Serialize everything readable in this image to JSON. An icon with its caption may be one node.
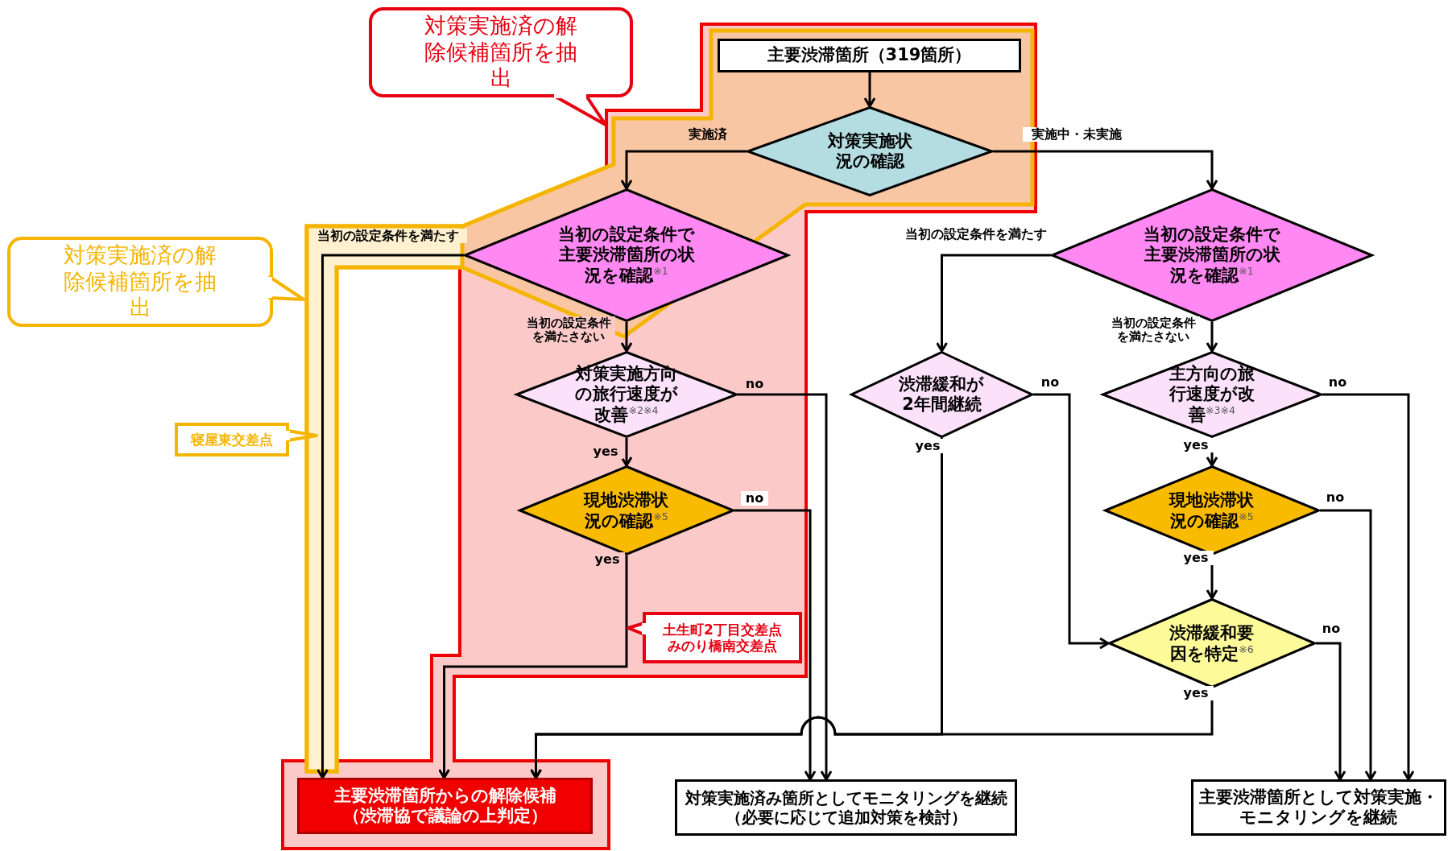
{
  "diagram": {
    "nodes": [
      {
        "text": [
          "主要渋滞箇所（319箇所）"
        ]
      },
      {
        "text": [
          "対策実施状況の確認"
        ]
      },
      {
        "text": [
          "当初の設定条件で主要渋滞箇所の状況を確認$^{※1}$"
        ]
      },
      {
        "text": [
          "当初の設定条件で主要渋滞箇所の状況を確認$^{※1}$"
        ]
      },
      {
        "text": [
          "対策実施方向の旅行速度が改善$^{※2※4}$"
        ]
      },
      {
        "text": [
          "渋滞緩和が2年間継続"
        ]
      },
      {
        "text": [
          "主方向の旅行速度が改善$^{※3※4}$"
        ]
      },
      {
        "text": [
          "現地渋滞状況の確認$^{※5}$"
        ]
      },
      {
        "text": [
          "現地渋滞状況の確認$^{※5}$"
        ]
      },
      {
        "text": [
          "渋滞緩和要因を特定$^{※6}$"
        ]
      },
      {
        "text": [
          "主要渋滞箇所からの解除候補",
          "（渋滞協で議論の上判定）"
        ]
      },
      {
        "text": [
          "対策実施済み箇所としてモニタリングを継続",
          "（必要に応じて追加対策を検討）"
        ]
      },
      {
        "text": [
          "主要渋滞箇所として対策実施・モニタリングを継続"
        ]
      },
      {
        "text": [
          "対策実施済の解除候補箇所を抽出"
        ]
      },
      {
        "text": [
          "対策実施済の解除候補箇所を抽出"
        ]
      },
      {
        "text": [
          "寝屋東交差点"
        ]
      },
      {
        "text": [
          "土生町2丁目交差点",
          "みのり橋南交差点"
        ]
      }
    ],
    "edges": [
      {
        "from": 0,
        "to": 1,
        "arrow": "to"
      },
      {
        "from": 1,
        "to": 2,
        "arrow": "to",
        "label": "実施済"
      },
      {
        "from": 1,
        "to": 3,
        "arrow": "to",
        "label": "実施中・未実施"
      },
      {
        "from": 2,
        "to": 10,
        "arrow": "to",
        "label": "当初の設定条件を満たす"
      },
      {
        "from": 2,
        "to": 4,
        "arrow": "to",
        "label": "当初の設定条件を満たさない"
      },
      {
        "from": 4,
        "to": 7,
        "arrow": "to",
        "label": "yes"
      },
      {
        "from": 4,
        "to": 11,
        "arrow": "to",
        "label": "no"
      },
      {
        "from": 7,
        "to": 10,
        "arrow": "to",
        "label": "yes"
      },
      {
        "from": 7,
        "to": 11,
        "arrow": "to",
        "label": "no"
      },
      {
        "from": 3,
        "to": 5,
        "arrow": "to",
        "label": "当初の設定条件を満たす"
      },
      {
        "from": 3,
        "to": 6,
        "arrow": "to",
        "label": "当初の設定条件を満たさない"
      },
      {
        "from": 5,
        "to": 9,
        "arrow": "to",
        "label": "no"
      },
      {
        "from": 5,
        "to": 10,
        "arrow": "to",
        "label": "yes"
      },
      {
        "from": 9,
        "to": 10,
        "arrow": "to",
        "label": "yes"
      },
      {
        "from": 6,
        "to": 12,
        "arrow": "to",
        "label": "no"
      },
      {
        "from": 6,
        "to": 8,
        "arrow": "to",
        "label": "yes"
      },
      {
        "from": 8,
        "to": 12,
        "arrow": "to",
        "label": "no"
      },
      {
        "from": 9,
        "to": 12,
        "arrow": "to",
        "label": "no"
      },
      {
        "from": 8,
        "to": 9,
        "arrow": "to",
        "label": "yes"
      }
    ]
  }
}
